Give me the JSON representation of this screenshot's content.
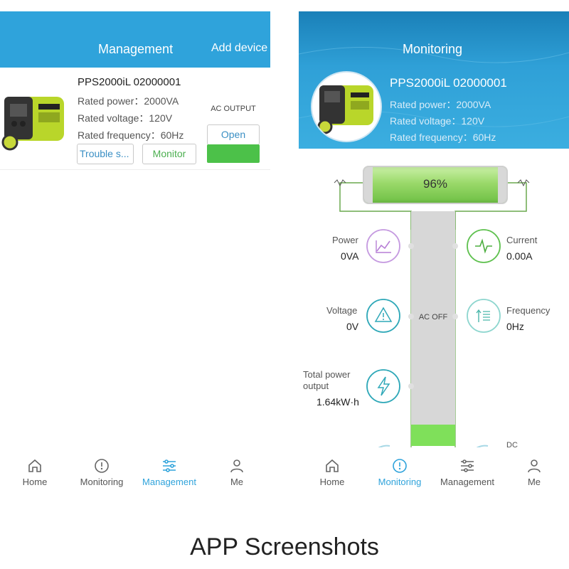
{
  "left_screen": {
    "header": {
      "title": "Management",
      "add_device": "Add device"
    },
    "device": {
      "name": "PPS2000iL 02000001",
      "rated_power": "Rated power：2000VA",
      "rated_voltage": "Rated voltage：120V",
      "rated_frequency": "Rated frequency：60Hz",
      "ac_output_label": "AC OUTPUT",
      "open_button": "Open",
      "trouble_button": "Trouble s...",
      "monitor_button": "Monitor"
    },
    "nav": [
      {
        "label": "Home",
        "active": false
      },
      {
        "label": "Monitoring",
        "active": false
      },
      {
        "label": "Management",
        "active": true
      },
      {
        "label": "Me",
        "active": false
      }
    ]
  },
  "right_screen": {
    "header": {
      "title": "Monitoring"
    },
    "device": {
      "name": "PPS2000iL 02000001",
      "rated_power": "Rated power：2000VA",
      "rated_voltage": "Rated voltage：120V",
      "rated_frequency": "Rated frequency：60Hz"
    },
    "battery": {
      "percent_label": "96%",
      "fill_fraction": 0.96
    },
    "status": "AC OFF",
    "metrics": {
      "power": {
        "label": "Power",
        "value": "0VA"
      },
      "current": {
        "label": "Current",
        "value": "0.00A"
      },
      "voltage": {
        "label": "Voltage",
        "value": "0V"
      },
      "frequency": {
        "label": "Frequency",
        "value": "0Hz"
      },
      "total": {
        "label_line1": "Total power",
        "label_line2": "output",
        "value": "1.64kW·h"
      },
      "dc": {
        "label": "DC"
      }
    },
    "nav": [
      {
        "label": "Home",
        "active": false
      },
      {
        "label": "Monitoring",
        "active": true
      },
      {
        "label": "Management",
        "active": false
      },
      {
        "label": "Me",
        "active": false
      }
    ]
  },
  "caption": "APP Screenshots",
  "colors": {
    "accent": "#2fa3db",
    "green": "#4cc149",
    "purple": "#b77fd6",
    "teal": "#2fa8b8"
  }
}
